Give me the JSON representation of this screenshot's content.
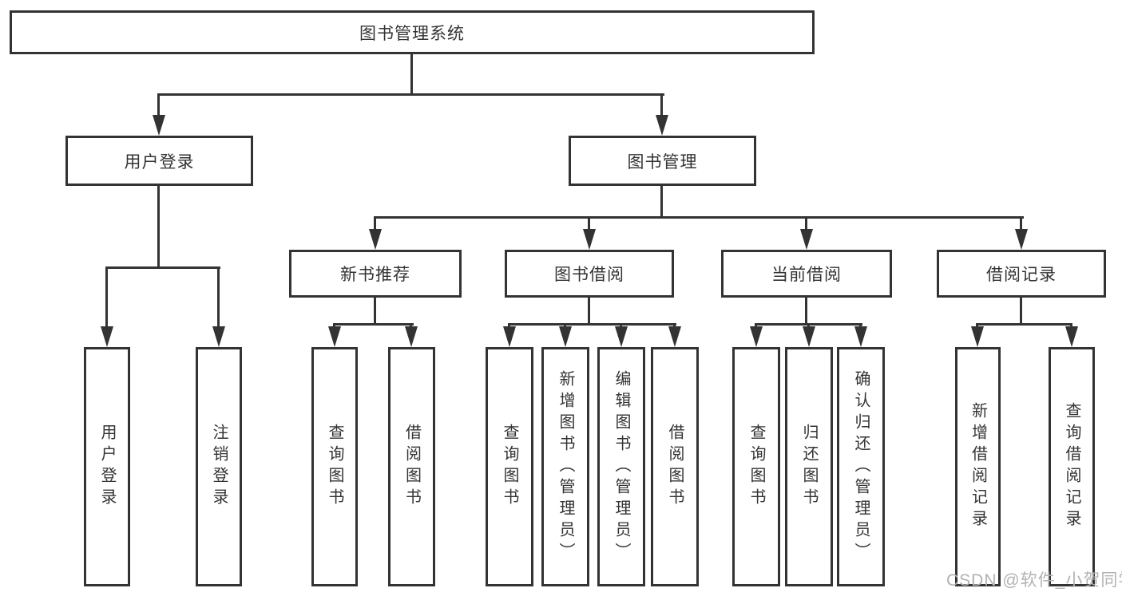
{
  "watermark": "CSDN @软件_小贺同学",
  "tree": {
    "label": "图书管理系统",
    "children": [
      {
        "label": "用户登录",
        "children": [
          {
            "label": "用户登录"
          },
          {
            "label": "注销登录"
          }
        ]
      },
      {
        "label": "图书管理",
        "children": [
          {
            "label": "新书推荐",
            "children": [
              {
                "label": "查询图书"
              },
              {
                "label": "借阅图书"
              }
            ]
          },
          {
            "label": "图书借阅",
            "children": [
              {
                "label": "查询图书"
              },
              {
                "label": "新增图书（管理员）"
              },
              {
                "label": "编辑图书（管理员）"
              },
              {
                "label": "借阅图书"
              }
            ]
          },
          {
            "label": "当前借阅",
            "children": [
              {
                "label": "查询图书"
              },
              {
                "label": "归还图书"
              },
              {
                "label": "确认归还（管理员）"
              }
            ]
          },
          {
            "label": "借阅记录",
            "children": [
              {
                "label": "新增借阅记录"
              },
              {
                "label": "查询借阅记录"
              }
            ]
          }
        ]
      }
    ]
  },
  "colors": {
    "line": "#333333",
    "text": "#333333",
    "box_fill": "#ffffff",
    "watermark": "#b2b2b2"
  }
}
